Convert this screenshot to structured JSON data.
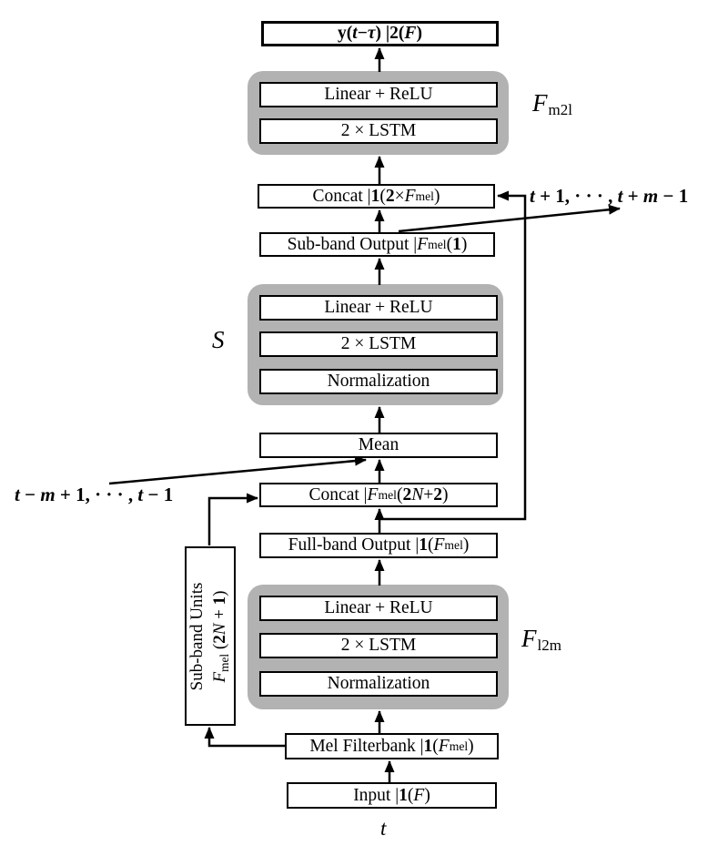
{
  "figure": {
    "colors": {
      "background": "#ffffff",
      "block_bg": "#b2b2b2",
      "box_bg": "#ffffff",
      "line": "#000000"
    },
    "boxes": {
      "output": [
        {
          "t": "y",
          "b": 1
        },
        {
          "t": "(",
          "b": 1
        },
        {
          "t": "t",
          "i": 1,
          "b": 1
        },
        {
          "t": " − ",
          "b": 1
        },
        {
          "t": "τ",
          "i": 1,
          "b": 1
        },
        {
          "t": ") | ",
          "b": 1
        },
        {
          "t": "2",
          "b": 1
        },
        {
          "t": " (",
          "b": 1
        },
        {
          "t": "F",
          "i": 1,
          "b": 1
        },
        {
          "t": ")",
          "b": 1
        }
      ],
      "concat_top": [
        {
          "t": "Concat | "
        },
        {
          "t": "1",
          "b": 1
        },
        {
          "t": " ("
        },
        {
          "t": "2",
          "b": 1
        },
        {
          "t": " × "
        },
        {
          "t": "F",
          "i": 1
        },
        {
          "t": "mel",
          "sub": 1
        },
        {
          "t": ")"
        }
      ],
      "subband_output": [
        {
          "t": "Sub-band Output | "
        },
        {
          "t": "F",
          "i": 1
        },
        {
          "t": "mel",
          "sub": 1
        },
        {
          "t": " ("
        },
        {
          "t": "1",
          "b": 1
        },
        {
          "t": ")"
        }
      ],
      "mean": [
        {
          "t": "Mean"
        }
      ],
      "concat_mid": [
        {
          "t": "Concat | "
        },
        {
          "t": "F",
          "i": 1
        },
        {
          "t": "mel",
          "sub": 1
        },
        {
          "t": " ("
        },
        {
          "t": "2",
          "b": 1
        },
        {
          "t": "N",
          "i": 1
        },
        {
          "t": " + "
        },
        {
          "t": "2",
          "b": 1
        },
        {
          "t": ")"
        }
      ],
      "fullband_output": [
        {
          "t": "Full-band Output | "
        },
        {
          "t": "1",
          "b": 1
        },
        {
          "t": " ("
        },
        {
          "t": "F",
          "i": 1
        },
        {
          "t": "mel",
          "sub": 1
        },
        {
          "t": ")"
        }
      ],
      "subband_units_line1": [
        {
          "t": "Sub-band Units"
        }
      ],
      "subband_units_line2": [
        {
          "t": "F",
          "i": 1
        },
        {
          "t": "mel",
          "sub": 1
        },
        {
          "t": " ("
        },
        {
          "t": "2",
          "b": 1
        },
        {
          "t": "N",
          "i": 1
        },
        {
          "t": " + "
        },
        {
          "t": "1",
          "b": 1
        },
        {
          "t": ")"
        }
      ],
      "mel_filterbank": [
        {
          "t": "Mel Filterbank | "
        },
        {
          "t": "1",
          "b": 1
        },
        {
          "t": " ("
        },
        {
          "t": "F",
          "i": 1
        },
        {
          "t": "mel",
          "sub": 1
        },
        {
          "t": ")"
        }
      ],
      "input": [
        {
          "t": "Input | "
        },
        {
          "t": "1",
          "b": 1
        },
        {
          "t": " ("
        },
        {
          "t": "F",
          "i": 1
        },
        {
          "t": ")"
        }
      ]
    },
    "blocks": {
      "m2l": {
        "label_main": "F",
        "label_sub": "m2l",
        "linear": [
          {
            "t": "Linear + ReLU"
          }
        ],
        "lstm": [
          {
            "t": "2 × LSTM"
          }
        ]
      },
      "s": {
        "label_main": "S",
        "linear": [
          {
            "t": "Linear + ReLU"
          }
        ],
        "lstm": [
          {
            "t": "2 × LSTM"
          }
        ],
        "norm": [
          {
            "t": "Normalization"
          }
        ]
      },
      "l2m": {
        "label_main": "F",
        "label_sub": "l2m",
        "linear": [
          {
            "t": "Linear + ReLU"
          }
        ],
        "lstm": [
          {
            "t": "2 × LSTM"
          }
        ],
        "norm": [
          {
            "t": "Normalization"
          }
        ]
      }
    },
    "annotations": {
      "t_future": [
        {
          "t": "t",
          "i": 1,
          "b": 1
        },
        {
          "t": " + 1, · · · , ",
          "b": 1
        },
        {
          "t": "t",
          "i": 1,
          "b": 1
        },
        {
          "t": " + ",
          "b": 1
        },
        {
          "t": "m",
          "i": 1,
          "b": 1
        },
        {
          "t": " − 1",
          "b": 1
        }
      ],
      "t_past": [
        {
          "t": "t",
          "i": 1,
          "b": 1
        },
        {
          "t": " − ",
          "b": 1
        },
        {
          "t": "m",
          "i": 1,
          "b": 1
        },
        {
          "t": " + 1, · · · , ",
          "b": 1
        },
        {
          "t": "t",
          "i": 1,
          "b": 1
        },
        {
          "t": " − 1",
          "b": 1
        }
      ],
      "t_bottom": [
        {
          "t": "t",
          "i": 1
        }
      ]
    }
  }
}
